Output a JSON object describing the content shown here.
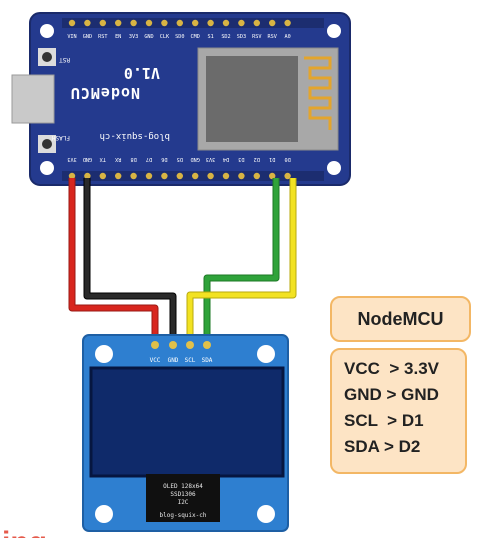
{
  "nodemcu": {
    "name": "NodeMCU",
    "version": "V1.0",
    "website": "blog-squix-ch",
    "rst_label": "RST",
    "flash_label": "FLASH",
    "top_pins": [
      "VIN",
      "GND",
      "RST",
      "EN",
      "3V3",
      "GND",
      "CLK",
      "SD0",
      "CMD",
      "S1",
      "SD2",
      "SD3",
      "RSV",
      "RSV",
      "A0"
    ],
    "bottom_pins": [
      "3V3",
      "GND",
      "TX",
      "RX",
      "D8",
      "D7",
      "D6",
      "D5",
      "GND",
      "3V3",
      "D4",
      "D3",
      "D2",
      "D1",
      "D0"
    ]
  },
  "oled": {
    "pins": [
      "VCC",
      "GND",
      "SCL",
      "SDA"
    ],
    "chip_lines": [
      "OLED 128x64",
      "SSD1306",
      "I2C"
    ],
    "website": "blog-squix-ch"
  },
  "legend": {
    "title": "NodeMCU",
    "mappings": [
      {
        "from": "VCC",
        "to": "3.3V"
      },
      {
        "from": "GND",
        "to": "GND"
      },
      {
        "from": "SCL",
        "to": "D1"
      },
      {
        "from": "SDA",
        "to": "D2"
      }
    ]
  },
  "partial_text": "ing",
  "colors": {
    "board_blue": "#243a8e",
    "oled_blue": "#2e7fd0",
    "screen": "#0f2a6a",
    "wire_red": "#d8261e",
    "wire_black": "#1a1a1a",
    "wire_green": "#2fa33a",
    "wire_yellow": "#f2e222",
    "accent": "#e55a4b"
  }
}
